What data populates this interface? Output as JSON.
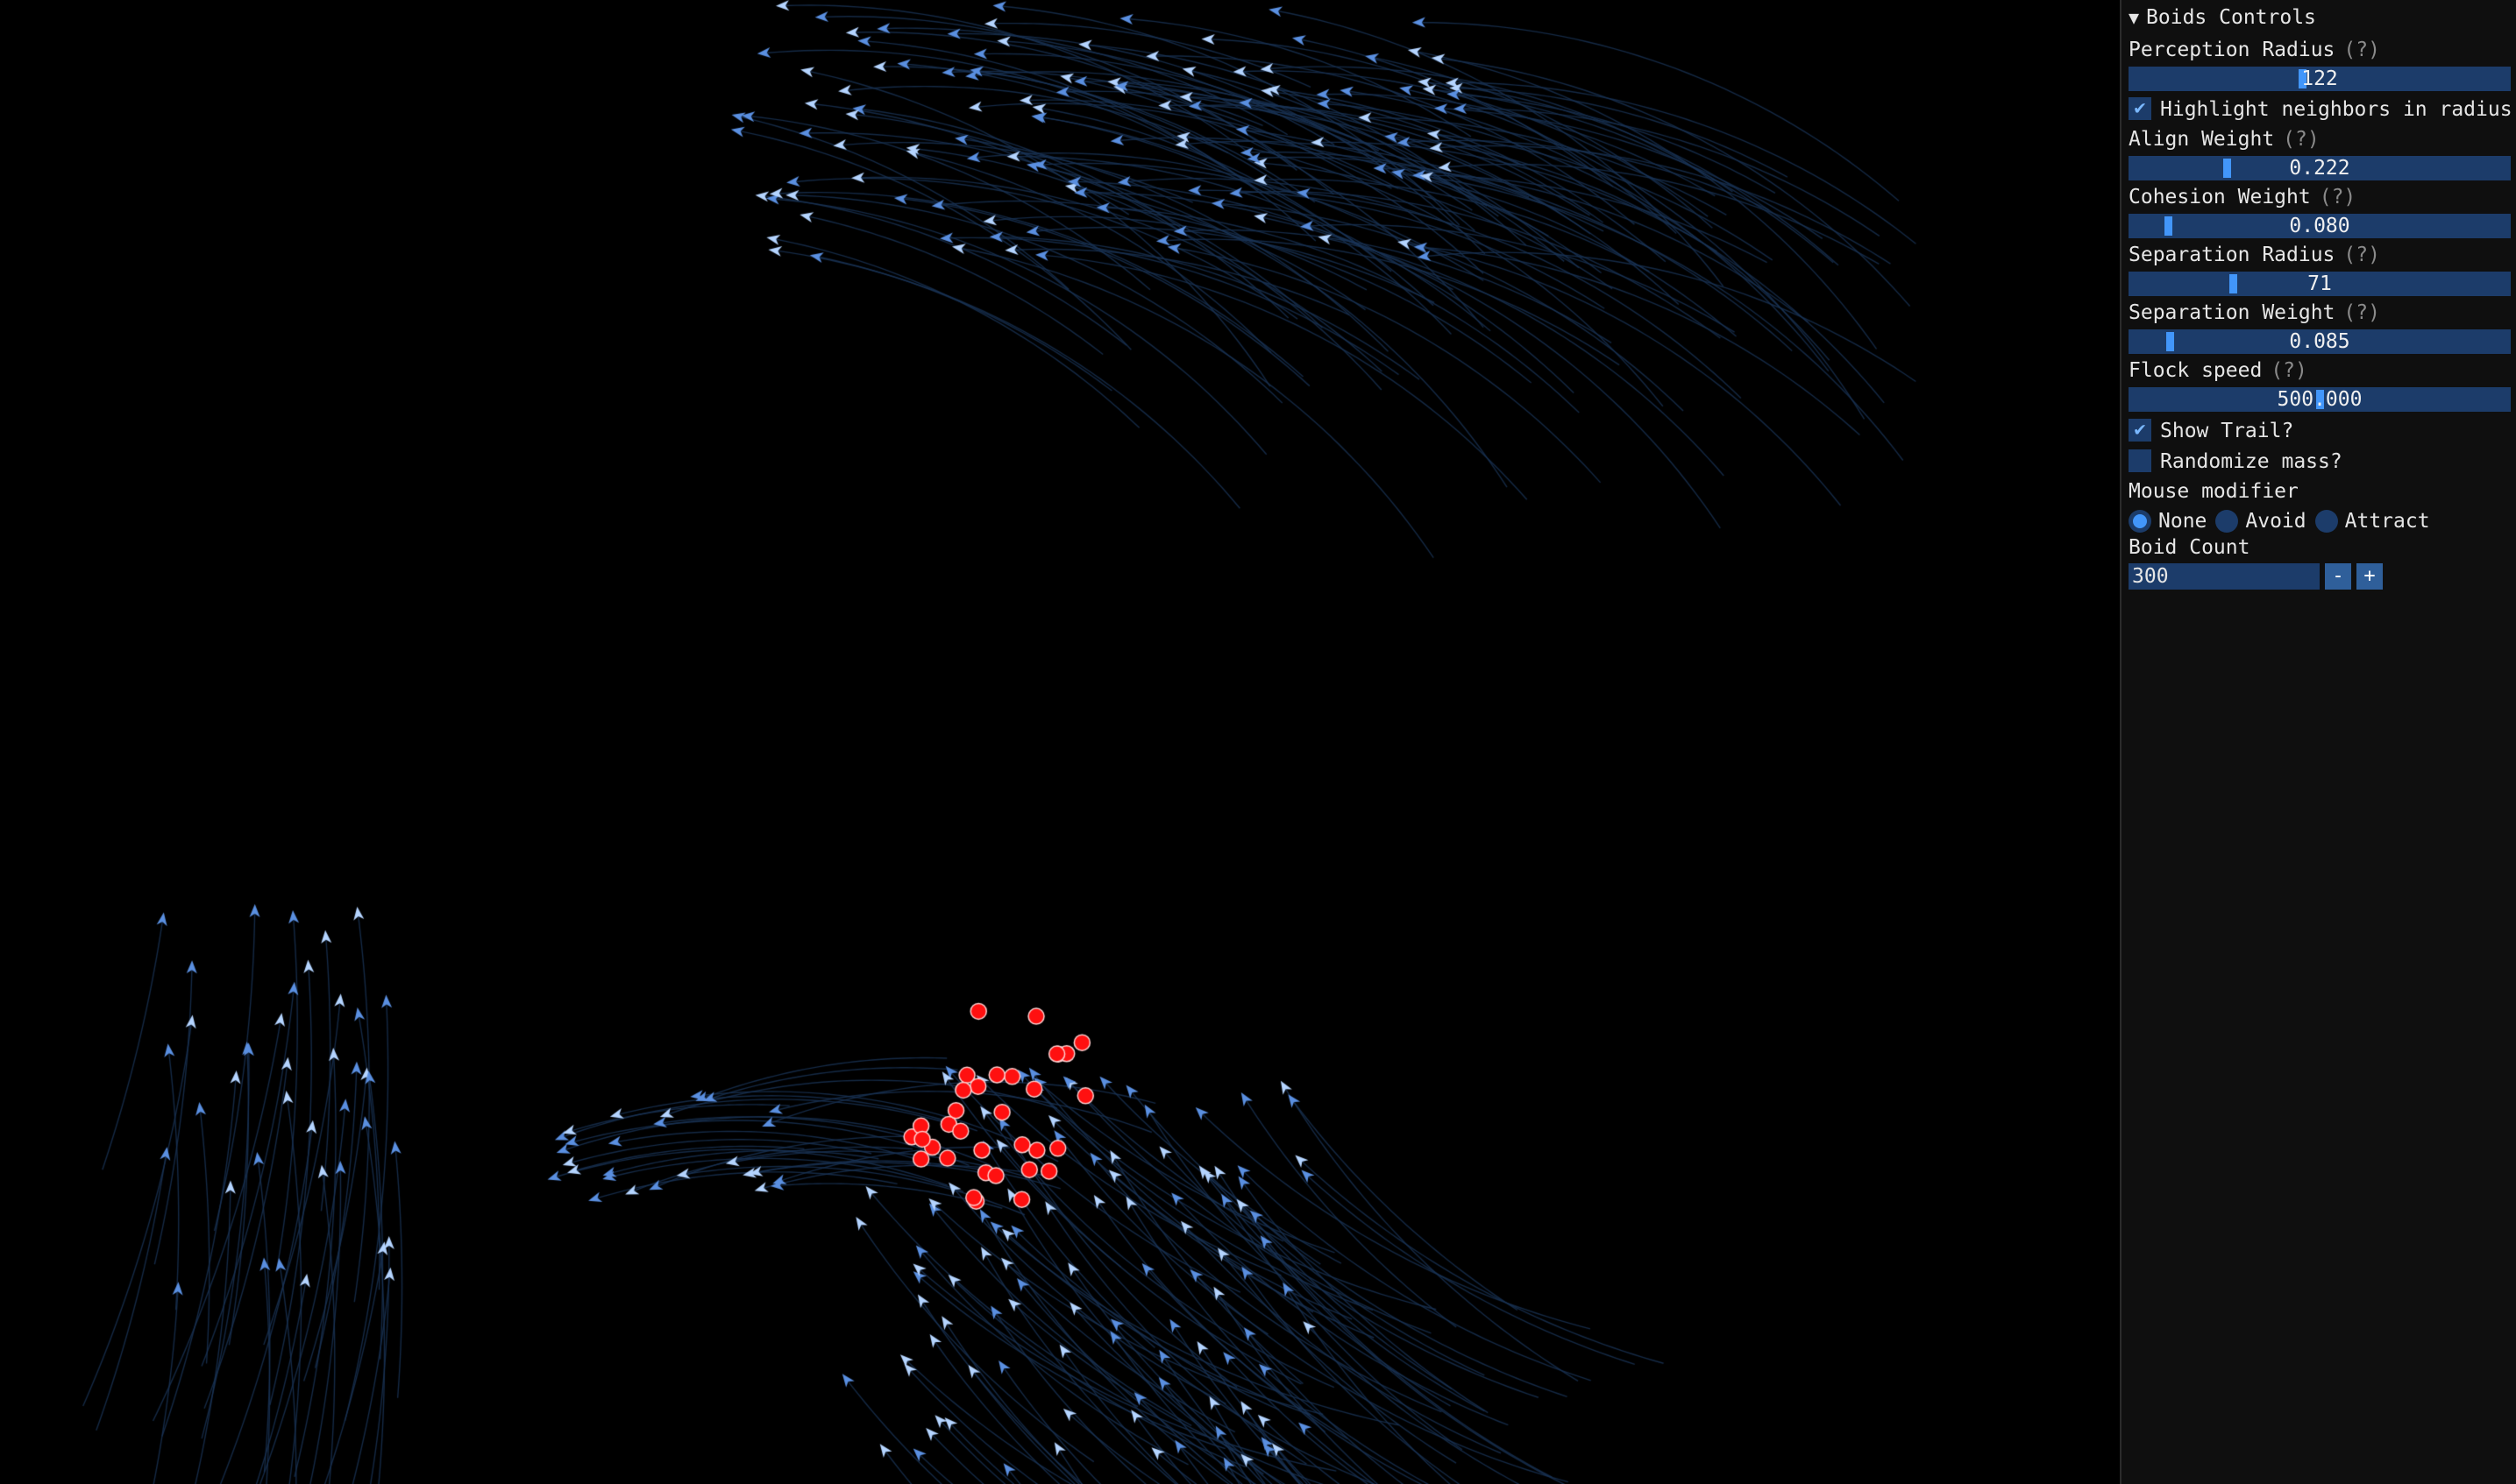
{
  "panel": {
    "title": "Boids Controls",
    "perception_radius": {
      "label": "Perception Radius",
      "help": "(?)",
      "value": "122",
      "fraction": 0.455
    },
    "highlight_neighbors": {
      "label": "Highlight neighbors in radius",
      "checked": true
    },
    "align_weight": {
      "label": "Align Weight",
      "help": "(?)",
      "value": "0.222",
      "fraction": 0.253
    },
    "cohesion_weight": {
      "label": "Cohesion Weight",
      "help": "(?)",
      "value": "0.080",
      "fraction": 0.095
    },
    "separation_radius": {
      "label": "Separation Radius",
      "help": "(?)",
      "value": "71",
      "fraction": 0.27
    },
    "separation_weight": {
      "label": "Separation Weight",
      "help": "(?)",
      "value": "0.085",
      "fraction": 0.1
    },
    "flock_speed": {
      "label": "Flock speed",
      "help": "(?)",
      "value": "500.000",
      "fraction": 0.5
    },
    "show_trail": {
      "label": "Show Trail?",
      "checked": true
    },
    "randomize_mass": {
      "label": "Randomize mass?",
      "checked": false
    },
    "mouse_modifier": {
      "label": "Mouse modifier",
      "options": [
        "None",
        "Avoid",
        "Attract"
      ],
      "selected": "None"
    },
    "boid_count": {
      "label": "Boid Count",
      "value": "300",
      "minus": "-",
      "plus": "+"
    }
  },
  "simulation": {
    "boid_color": "#5a8fe0",
    "boid_highlight_color": "#b4d4ff",
    "neighbor_color": "#ff1010",
    "trail_color": "#1a3557"
  }
}
